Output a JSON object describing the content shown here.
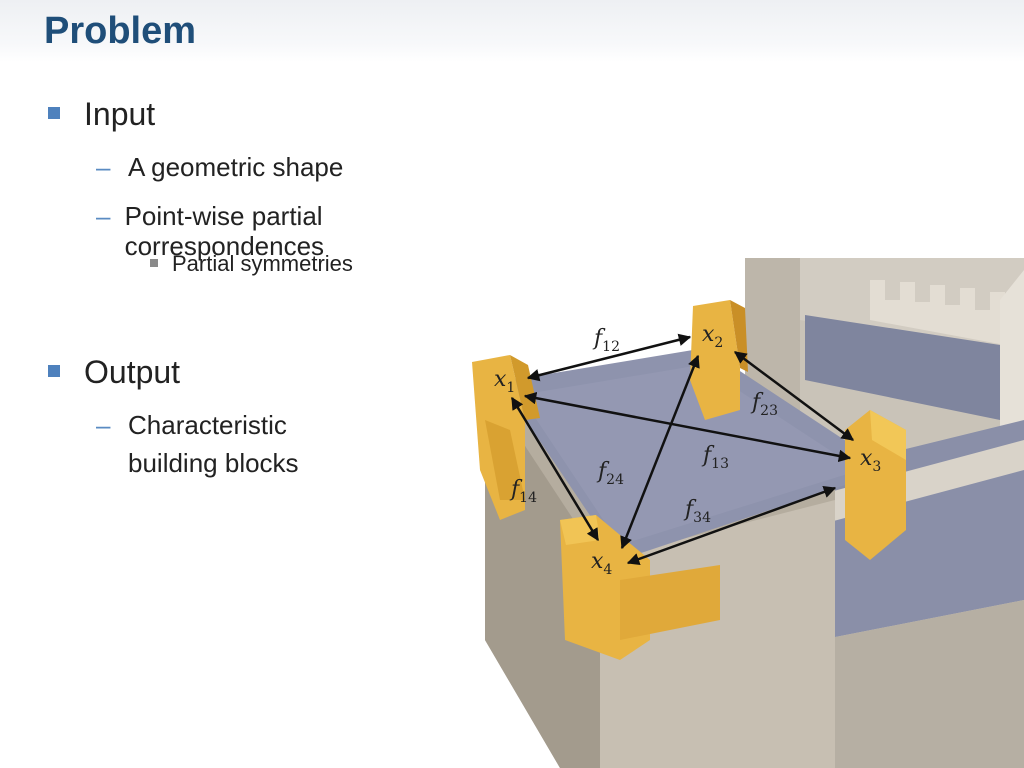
{
  "slide": {
    "title": "Problem",
    "sections": [
      {
        "label": "Input",
        "items": [
          {
            "label": "A geometric shape"
          },
          {
            "label": "Point-wise partial correspondences",
            "subitems": [
              "Partial symmetries"
            ]
          }
        ]
      },
      {
        "label": "Output",
        "items": [
          {
            "label_line1": "Characteristic",
            "label_line2": "building blocks"
          }
        ]
      }
    ]
  },
  "figure": {
    "points": {
      "x1": "x",
      "x2": "x",
      "x3": "x",
      "x4": "x"
    },
    "point_subscripts": {
      "x1": "1",
      "x2": "2",
      "x3": "3",
      "x4": "4"
    },
    "maps": {
      "f12": "f",
      "f23": "f",
      "f13": "f",
      "f24": "f",
      "f14": "f",
      "f34": "f"
    },
    "map_subscripts": {
      "f12": "12",
      "f23": "23",
      "f13": "13",
      "f24": "24",
      "f14": "14",
      "f34": "34"
    },
    "colors": {
      "tower": "#e8b443",
      "wall": "#c3bcaf",
      "floor": "#8e93ad",
      "arrow": "#111111"
    }
  }
}
